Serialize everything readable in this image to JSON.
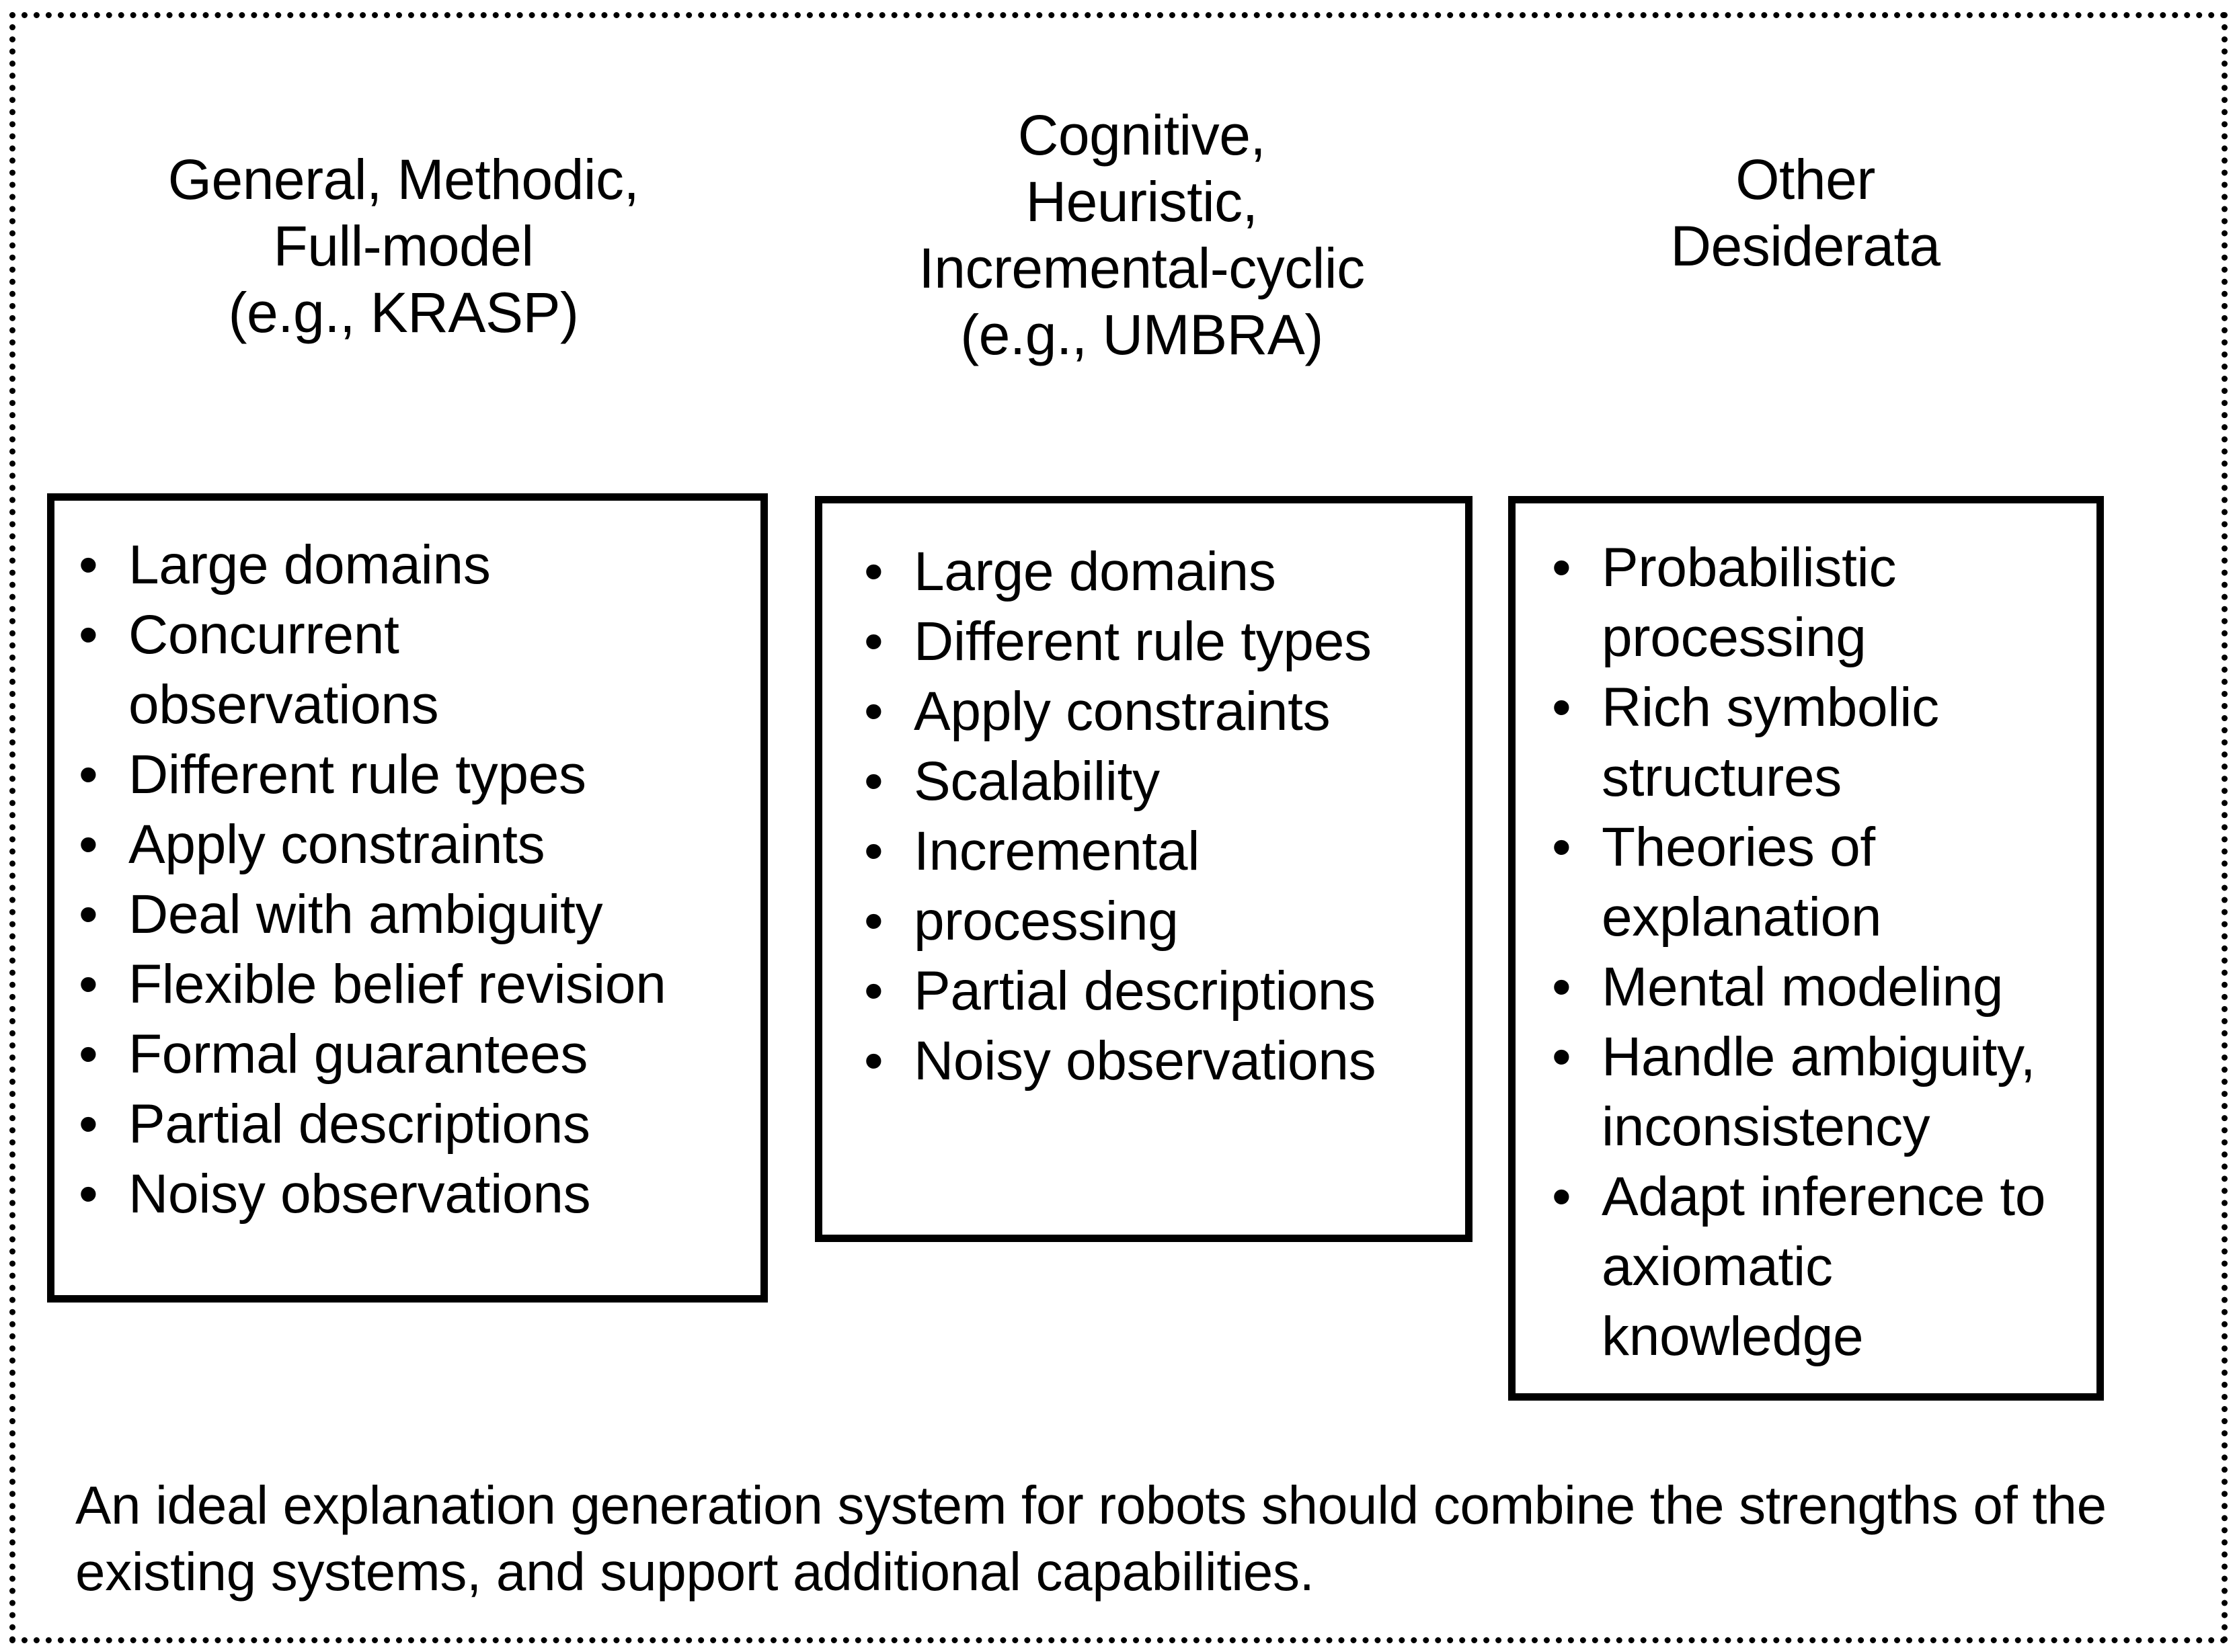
{
  "figure": {
    "outer_border_style": "dotted",
    "accent_color": "#000000",
    "background_color": "#ffffff"
  },
  "columns": [
    {
      "id": "general-methodic-full-model",
      "header": "General, Methodic,\nFull-model\n(e.g., KRASP)",
      "bullet_marker": "•",
      "items": [
        {
          "text": "Large domains",
          "marker": true
        },
        {
          "text": "Concurrent",
          "marker": true
        },
        {
          "text": "observations",
          "marker": false
        },
        {
          "text": "Different rule types",
          "marker": true
        },
        {
          "text": "Apply constraints",
          "marker": true
        },
        {
          "text": "Deal with ambiguity",
          "marker": true
        },
        {
          "text": "Flexible belief revision",
          "marker": true
        },
        {
          "text": "Formal guarantees",
          "marker": true
        },
        {
          "text": "Partial descriptions",
          "marker": true
        },
        {
          "text": "Noisy observations",
          "marker": true
        }
      ]
    },
    {
      "id": "cognitive-heuristic-incremental-cyclic",
      "header": "Cognitive,\nHeuristic,\nIncremental-cyclic\n(e.g., UMBRA)",
      "bullet_marker": "•",
      "items": [
        {
          "text": "Large domains",
          "marker": true
        },
        {
          "text": "Different rule types",
          "marker": true
        },
        {
          "text": "Apply constraints",
          "marker": true
        },
        {
          "text": "Scalability",
          "marker": true
        },
        {
          "text": "Incremental",
          "marker": true
        },
        {
          "text": "processing",
          "marker": true
        },
        {
          "text": "Partial descriptions",
          "marker": true
        },
        {
          "text": "Noisy observations",
          "marker": true
        }
      ]
    },
    {
      "id": "other-desiderata",
      "header": "Other\nDesiderata",
      "bullet_marker": "•",
      "items": [
        {
          "text": "Probabilistic",
          "marker": true
        },
        {
          "text": "processing",
          "marker": false
        },
        {
          "text": "Rich symbolic",
          "marker": true
        },
        {
          "text": "structures",
          "marker": false
        },
        {
          "text": "Theories of",
          "marker": true
        },
        {
          "text": "explanation",
          "marker": false
        },
        {
          "text": "Mental modeling",
          "marker": true
        },
        {
          "text": "Handle ambiguity,",
          "marker": true
        },
        {
          "text": "inconsistency",
          "marker": false
        },
        {
          "text": "Adapt inference to",
          "marker": true
        },
        {
          "text": "axiomatic knowledge",
          "marker": false
        }
      ]
    }
  ],
  "caption": {
    "text": "An ideal explanation generation system for robots should combine the strengths of the existing systems, and support additional capabilities."
  }
}
